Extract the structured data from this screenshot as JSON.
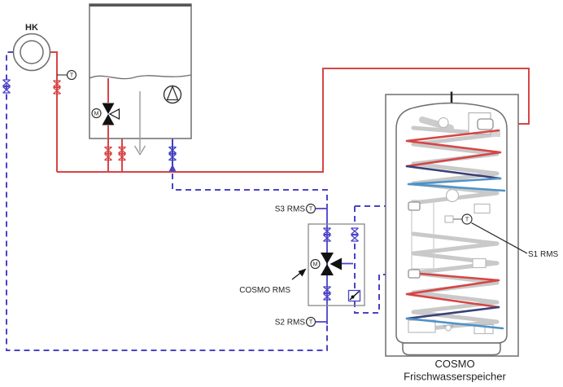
{
  "labels": {
    "hk": "HK",
    "s3": "S3 RMS",
    "s2": "S2 RMS",
    "s1": "S1 RMS",
    "station": "COSMO RMS",
    "tank_line1": "COSMO",
    "tank_line2": "Frischwasserspeicher",
    "sensor_symbol": "T",
    "motor_symbol": "M"
  },
  "colors": {
    "flow": "#d64545",
    "return": "#4a42c8",
    "pump": "#3f3fbe",
    "structure": "#6e6e6e",
    "ghost": "#c9c9c9",
    "coil-blue": "#4e93c8",
    "coil-navy": "#3a4178",
    "ink": "#1f1f1f"
  }
}
